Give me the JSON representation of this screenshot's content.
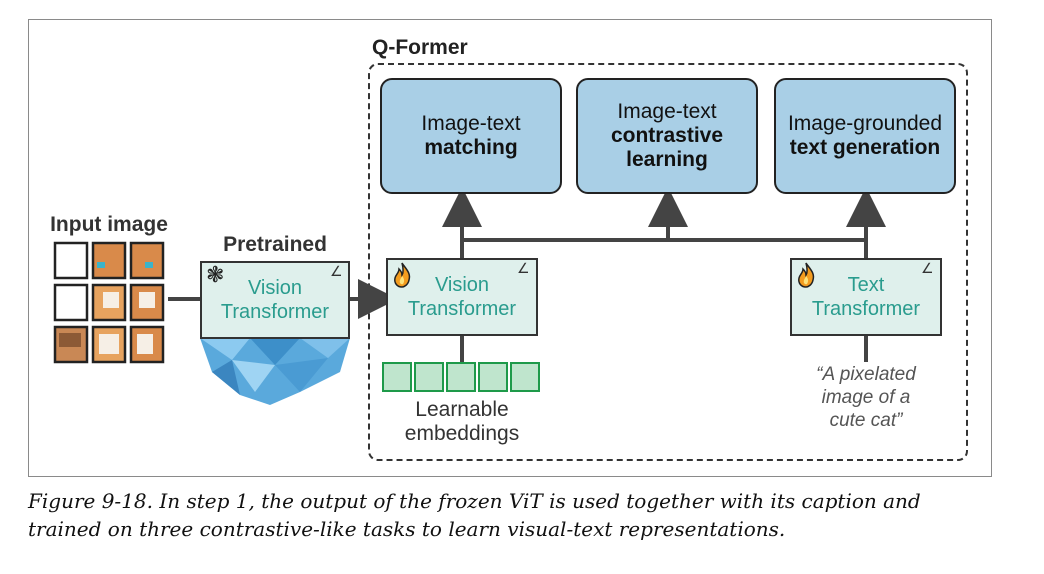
{
  "diagram": {
    "qformer_title": "Q-Former",
    "tasks": [
      {
        "line1": "Image-text",
        "line2": "matching"
      },
      {
        "line1": "Image-text",
        "line2": "contrastive learning"
      },
      {
        "line1": "Image-grounded",
        "line2": "text generation"
      }
    ],
    "input_image_label": "Input image",
    "pretrained_label": "Pretrained",
    "frozen_vit": {
      "line1": "Vision",
      "line2": "Transformer"
    },
    "trainable_vit": {
      "line1": "Vision",
      "line2": "Transformer"
    },
    "text_transformer": {
      "line1": "Text",
      "line2": "Transformer"
    },
    "embeddings_label": {
      "line1": "Learnable",
      "line2": "embeddings"
    },
    "caption_quote": {
      "line1": "“A pixelated",
      "line2": "image of a",
      "line3": "cute cat”"
    },
    "colors": {
      "task_fill": "#a9cfe6",
      "transformer_fill": "#dff0ec",
      "transformer_text": "#2a9c8e",
      "embedding_fill": "#bfe5cd",
      "embedding_border": "#1e9a4a",
      "iceberg": "#5aa9dc"
    },
    "icons": {
      "frozen": "snowflake-icon",
      "trainable": "flame-icon",
      "corner": "chart-icon"
    }
  },
  "figure_caption": {
    "line1": "Figure 9-18. In step 1, the output of the frozen ViT is used together with its caption and",
    "line2": "trained on three contrastive-like tasks to learn visual-text representations."
  }
}
